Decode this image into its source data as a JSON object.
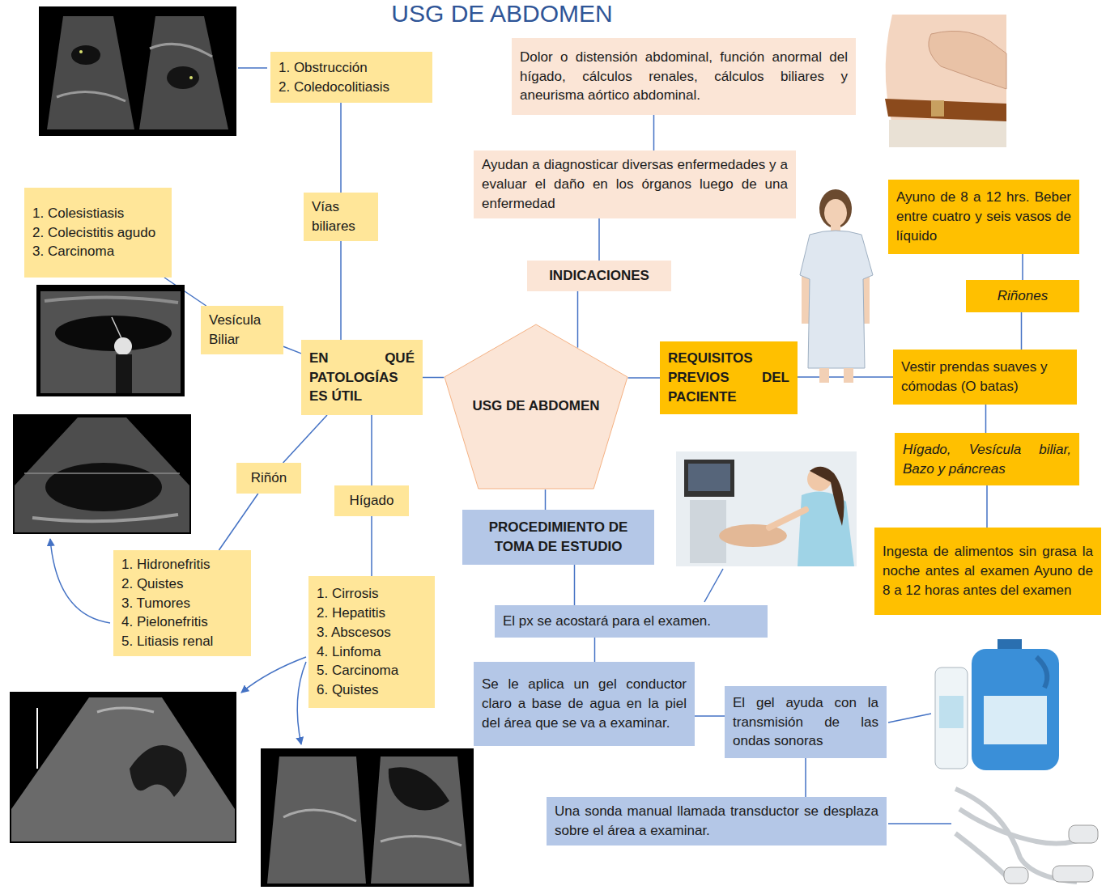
{
  "diagram": {
    "title": "USG DE ABDOMEN",
    "nodes": [
      {
        "text": [
          "1. Obstrucción",
          "2. Coledocolitiasis"
        ]
      },
      {
        "text": [
          "Dolor o distensión abdominal, función anormal del hígado, cálculos renales, cálculos biliares y aneurisma aórtico abdominal."
        ]
      },
      {
        "text": [
          "Ayudan a diagnosticar diversas enfermedades y a evaluar el daño en los órganos luego de una enfermedad"
        ]
      },
      {
        "text": [
          "1. Colesistiasis",
          "2. Colecistitis agudo",
          "3. Carcinoma"
        ]
      },
      {
        "text": [
          "Vías biliares"
        ]
      },
      {
        "text": [
          "Ayuno de 8 a 12 hrs. Beber entre cuatro y seis vasos de líquido"
        ]
      },
      {
        "text": [
          "INDICACIONES"
        ]
      },
      {
        "text": [
          "Riñones"
        ]
      },
      {
        "text": [
          "Vesícula Biliar"
        ]
      },
      {
        "text": [
          "EN QUÉ PATOLOGÍAS ES ÚTIL"
        ]
      },
      {
        "text": [
          "USG DE ABDOMEN"
        ]
      },
      {
        "text": [
          "REQUISITOS PREVIOS DEL PACIENTE"
        ]
      },
      {
        "text": [
          "Vestir prendas suaves y cómodas (O batas)"
        ]
      },
      {
        "text": [
          "Hígado, Vesícula biliar, Bazo y páncreas"
        ]
      },
      {
        "text": [
          "Riñón"
        ]
      },
      {
        "text": [
          "Hígado"
        ]
      },
      {
        "text": [
          "PROCEDIMIENTO DE TOMA DE ESTUDIO"
        ]
      },
      {
        "text": [
          "Ingesta de alimentos sin grasa la noche antes al examen Ayuno de 8 a 12 horas antes del examen"
        ]
      },
      {
        "text": [
          "1. Hidronefritis",
          "2. Quistes",
          "3. Tumores",
          "4. Pielonefritis",
          "5. Litiasis renal"
        ]
      },
      {
        "text": [
          "1. Cirrosis",
          "2. Hepatitis",
          "3. Abscesos",
          "4. Linfoma",
          "5. Carcinoma",
          "6. Quistes"
        ]
      },
      {
        "text": [
          "El px se acostará para el examen."
        ]
      },
      {
        "text": [
          "Se le aplica un gel conductor claro a base de agua en la piel del área que se va a examinar."
        ]
      },
      {
        "text": [
          "El gel ayuda con la transmisión de las ondas sonoras"
        ]
      },
      {
        "text": [
          "Una sonda manual llamada transductor se desplaza sobre el área a examinar."
        ]
      }
    ],
    "edges": [
      {
        "from": 0,
        "to": 4,
        "arrow": "none"
      },
      {
        "from": 4,
        "to": 9,
        "arrow": "none"
      },
      {
        "from": 3,
        "to": 8,
        "arrow": "none"
      },
      {
        "from": 8,
        "to": 9,
        "arrow": "none"
      },
      {
        "from": 9,
        "to": 14,
        "arrow": "none"
      },
      {
        "from": 9,
        "to": 15,
        "arrow": "none"
      },
      {
        "from": 14,
        "to": 18,
        "arrow": "none"
      },
      {
        "from": 15,
        "to": 19,
        "arrow": "none"
      },
      {
        "from": 9,
        "to": 10,
        "arrow": "none"
      },
      {
        "from": 10,
        "to": 6,
        "arrow": "none"
      },
      {
        "from": 6,
        "to": 2,
        "arrow": "none"
      },
      {
        "from": 2,
        "to": 1,
        "arrow": "none"
      },
      {
        "from": 10,
        "to": 11,
        "arrow": "none"
      },
      {
        "from": 11,
        "to": 12,
        "arrow": "none"
      },
      {
        "from": 5,
        "to": 7,
        "arrow": "none"
      },
      {
        "from": 7,
        "to": 12,
        "arrow": "none"
      },
      {
        "from": 12,
        "to": 13,
        "arrow": "none"
      },
      {
        "from": 13,
        "to": 17,
        "arrow": "none"
      },
      {
        "from": 10,
        "to": 16,
        "arrow": "none"
      },
      {
        "from": 16,
        "to": 20,
        "arrow": "none"
      },
      {
        "from": 20,
        "to": 21,
        "arrow": "none"
      },
      {
        "from": 21,
        "to": 22,
        "arrow": "none"
      },
      {
        "from": 22,
        "to": 23,
        "arrow": "none"
      }
    ]
  }
}
